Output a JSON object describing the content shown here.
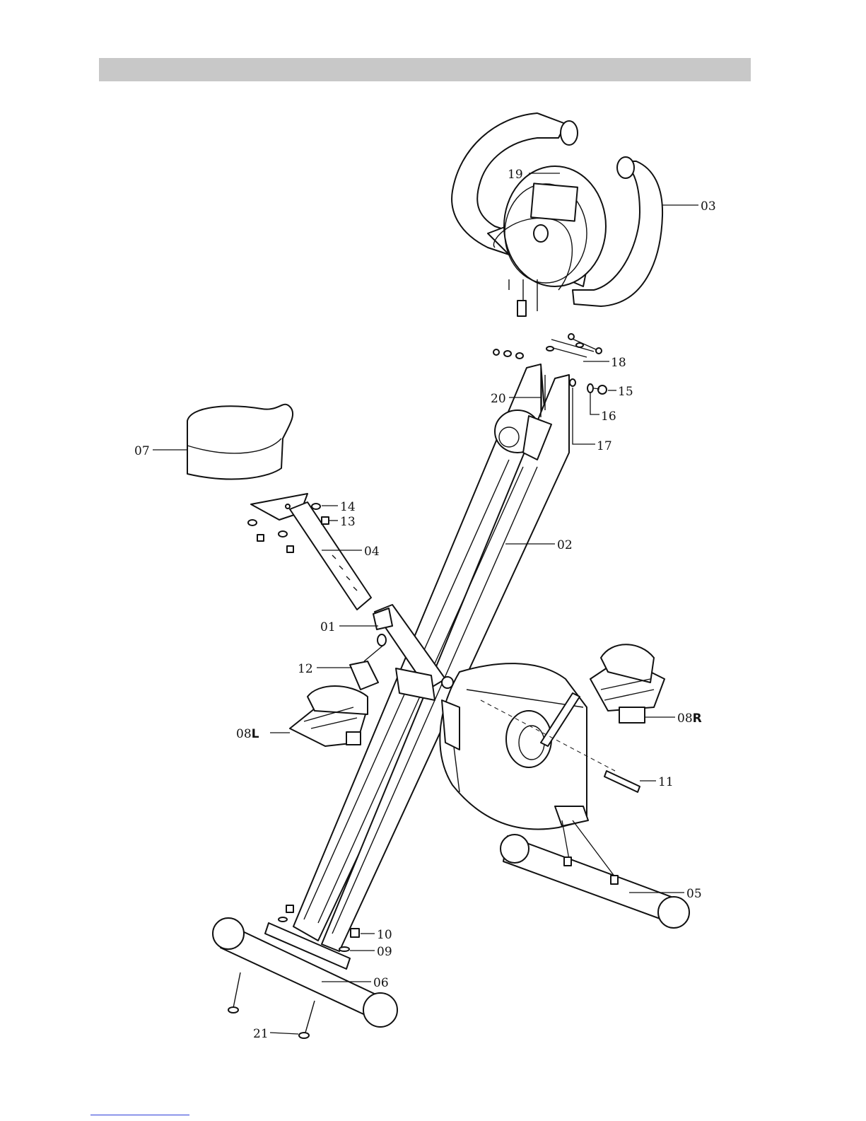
{
  "labels": {
    "p01": "01",
    "p02": "02",
    "p03": "03",
    "p04": "04",
    "p05": "05",
    "p06": "06",
    "p07": "07",
    "p08l_num": "08",
    "p08l_side": "L",
    "p08r_num": "08",
    "p08r_side": "R",
    "p09": "09",
    "p10": "10",
    "p11": "11",
    "p12": "12",
    "p13": "13",
    "p14": "14",
    "p15": "15",
    "p16": "16",
    "p17": "17",
    "p18": "18",
    "p19": "19",
    "p20": "20",
    "p21": "21"
  },
  "colors": {
    "header_bar": "#c8c8c8",
    "line": "#111111",
    "footer_link": "#2b3bd8"
  }
}
